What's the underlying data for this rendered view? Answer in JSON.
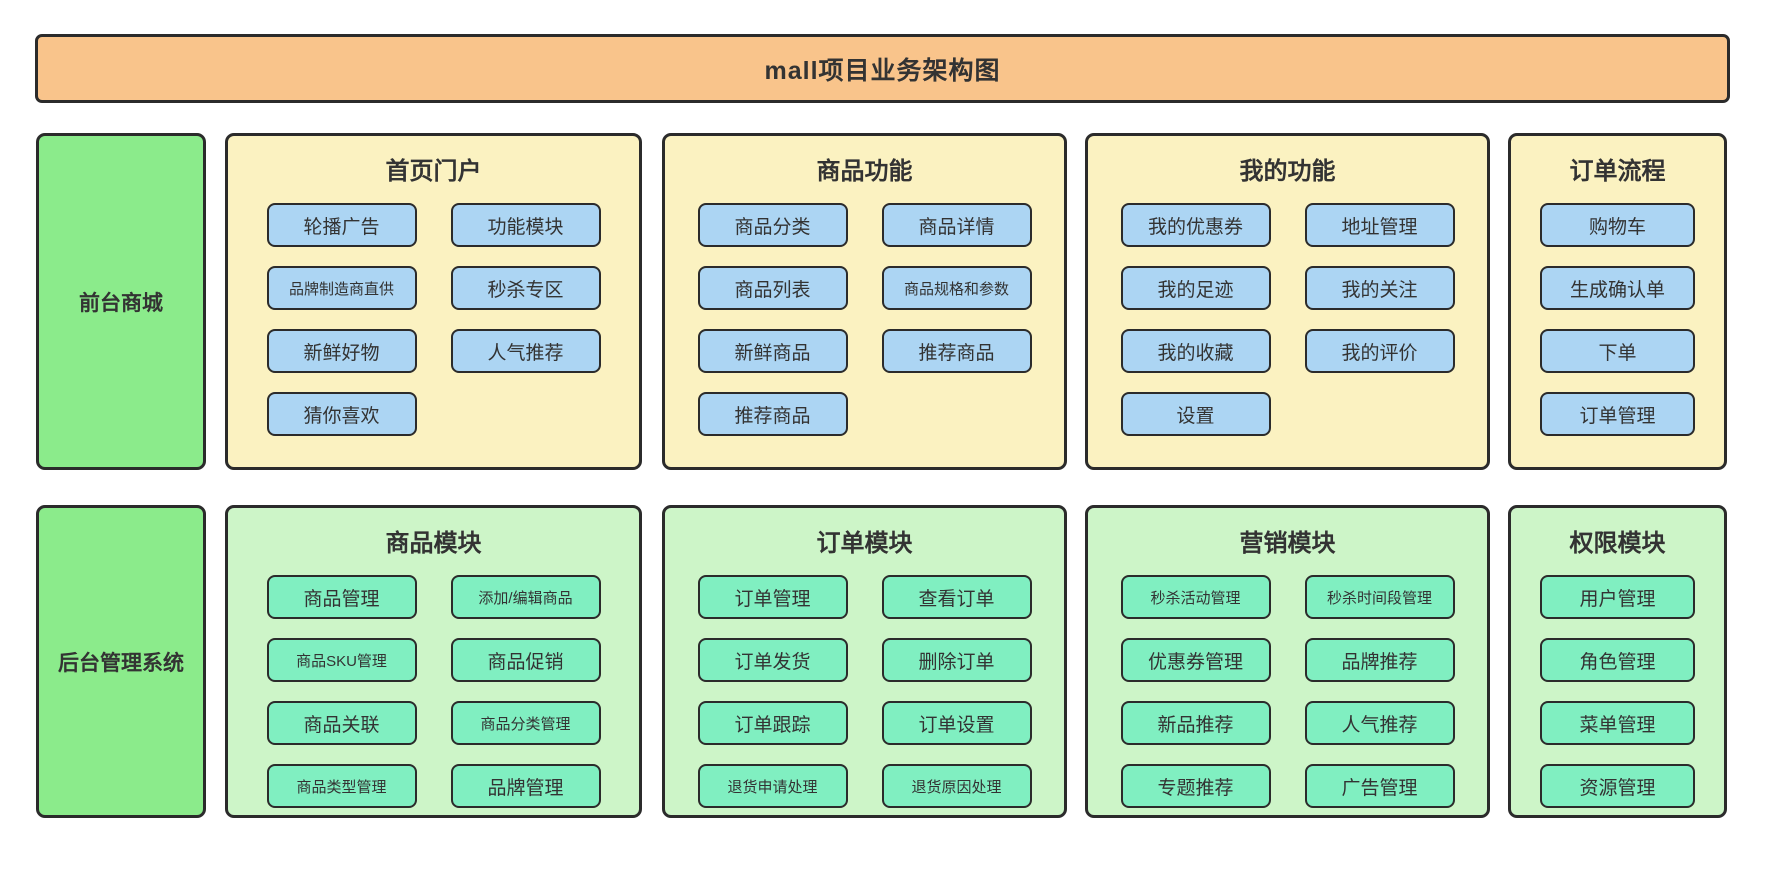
{
  "title": "mall项目业务架构图",
  "colors": {
    "title_bar_bg": "#f9c48b",
    "sidebar_bg": "#8beb8b",
    "front_panel_bg": "#fbf2c1",
    "front_node_bg": "#acd5f3",
    "back_panel_bg": "#cdf5c8",
    "back_node_bg": "#80efc1",
    "border": "#2b2b2b",
    "text": "#333333"
  },
  "rows": [
    {
      "sidebar": "前台商城",
      "sections": [
        {
          "title": "首页门户",
          "columns": 2,
          "buttons": [
            "轮播广告",
            "功能模块",
            "品牌制造商直供",
            "秒杀专区",
            "新鲜好物",
            "人气推荐",
            "猜你喜欢"
          ]
        },
        {
          "title": "商品功能",
          "columns": 2,
          "buttons": [
            "商品分类",
            "商品详情",
            "商品列表",
            "商品规格和参数",
            "新鲜商品",
            "推荐商品",
            "推荐商品"
          ]
        },
        {
          "title": "我的功能",
          "columns": 2,
          "buttons": [
            "我的优惠券",
            "地址管理",
            "我的足迹",
            "我的关注",
            "我的收藏",
            "我的评价",
            "设置"
          ]
        },
        {
          "title": "订单流程",
          "columns": 1,
          "buttons": [
            "购物车",
            "生成确认单",
            "下单",
            "订单管理"
          ]
        }
      ]
    },
    {
      "sidebar": "后台管理系统",
      "sections": [
        {
          "title": "商品模块",
          "columns": 2,
          "buttons": [
            "商品管理",
            "添加/编辑商品",
            "商品SKU管理",
            "商品促销",
            "商品关联",
            "商品分类管理",
            "商品类型管理",
            "品牌管理"
          ]
        },
        {
          "title": "订单模块",
          "columns": 2,
          "buttons": [
            "订单管理",
            "查看订单",
            "订单发货",
            "删除订单",
            "订单跟踪",
            "订单设置",
            "退货申请处理",
            "退货原因处理"
          ]
        },
        {
          "title": "营销模块",
          "columns": 2,
          "buttons": [
            "秒杀活动管理",
            "秒杀时间段管理",
            "优惠券管理",
            "品牌推荐",
            "新品推荐",
            "人气推荐",
            "专题推荐",
            "广告管理"
          ]
        },
        {
          "title": "权限模块",
          "columns": 1,
          "buttons": [
            "用户管理",
            "角色管理",
            "菜单管理",
            "资源管理"
          ]
        }
      ]
    }
  ]
}
